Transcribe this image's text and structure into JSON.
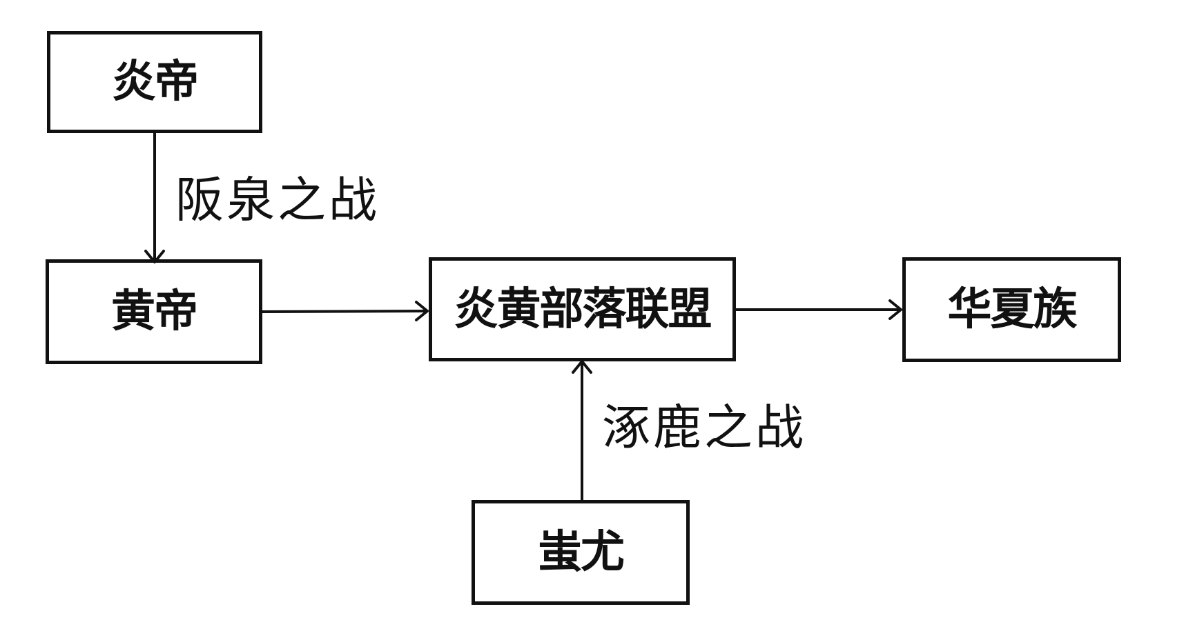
{
  "diagram": {
    "nodes": {
      "yandi": "炎帝",
      "huangdi": "黄帝",
      "alliance": "炎黄部落联盟",
      "huaxia": "华夏族",
      "chiyou": "蚩尤"
    },
    "edge_labels": {
      "banquan": "阪泉之战",
      "zhuolu": "涿鹿之战"
    },
    "colors": {
      "stroke": "#111111",
      "background": "#ffffff"
    }
  }
}
